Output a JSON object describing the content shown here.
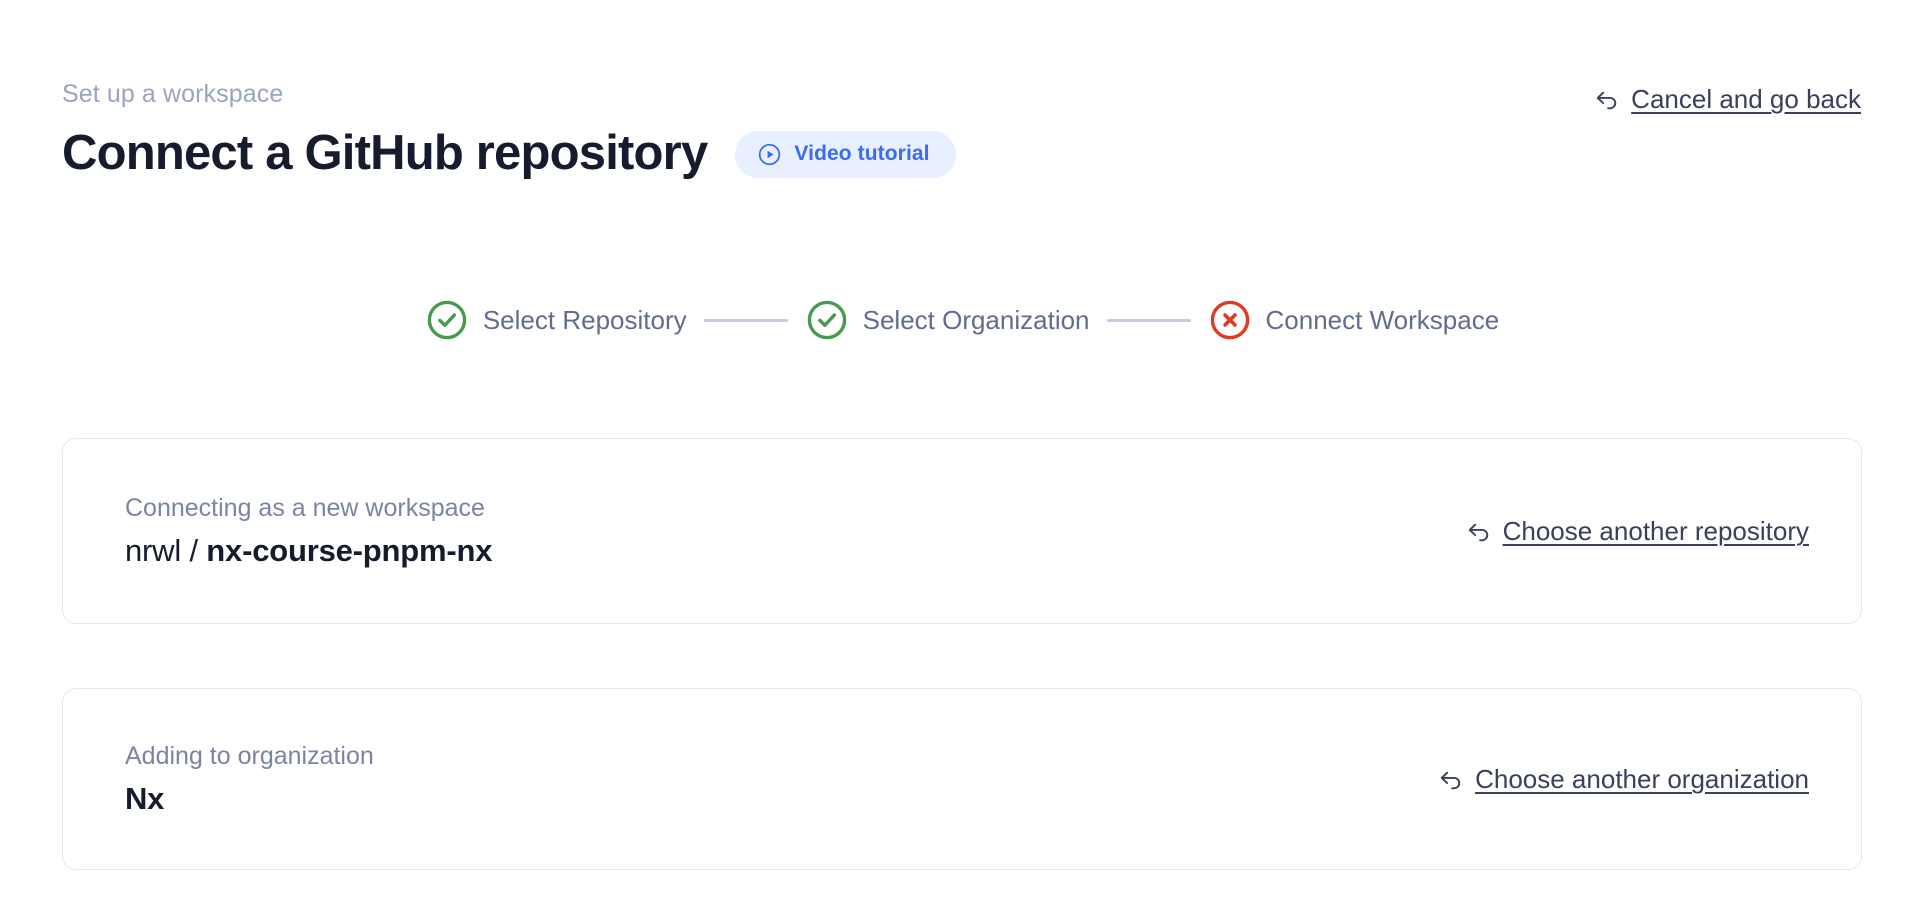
{
  "header": {
    "eyebrow": "Set up a workspace",
    "title": "Connect a GitHub repository",
    "video_badge": {
      "label": "Video tutorial",
      "icon": "play-circle-icon",
      "bg_color": "#e8efff",
      "text_color": "#3b6ced"
    },
    "cancel_link": {
      "label": "Cancel and go back",
      "icon": "arrow-uturn-left-icon"
    }
  },
  "stepper": {
    "steps": [
      {
        "label": "Select Repository",
        "state": "complete",
        "icon": "check-circle-icon",
        "color": "#479a4f"
      },
      {
        "label": "Select Organization",
        "state": "complete",
        "icon": "check-circle-icon",
        "color": "#479a4f"
      },
      {
        "label": "Connect Workspace",
        "state": "error",
        "icon": "x-circle-icon",
        "color": "#dd3b23"
      }
    ],
    "connector_color": "#c6cce0",
    "label_color": "#636c8f"
  },
  "cards": [
    {
      "caption": "Connecting as a new workspace",
      "owner": "nrwl",
      "separator": " / ",
      "name": "nx-course-pnpm-nx",
      "action": {
        "label": "Choose another repository",
        "icon": "arrow-uturn-left-icon"
      }
    },
    {
      "caption": "Adding to organization",
      "value": "Nx",
      "action": {
        "label": "Choose another organization",
        "icon": "arrow-uturn-left-icon"
      }
    }
  ]
}
